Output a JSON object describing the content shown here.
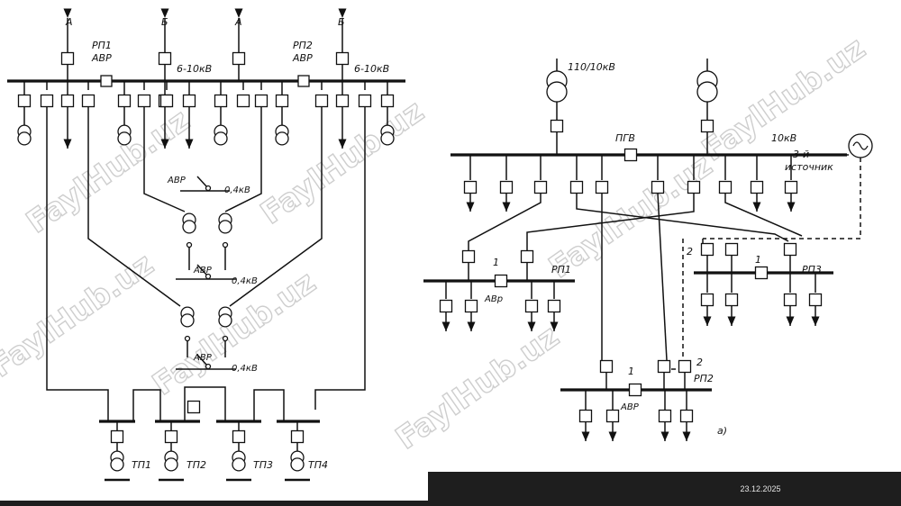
{
  "footer": {
    "date": "23.12.2025"
  },
  "watermark": {
    "text": "FaylHub.uz"
  },
  "left_diagram": {
    "sources": [
      "А",
      "Б",
      "А",
      "Б"
    ],
    "rp1": {
      "name": "РП1",
      "switch": "АВР"
    },
    "rp2": {
      "name": "РП2",
      "switch": "АВР"
    },
    "bus_voltage_1": "6-10кВ",
    "bus_voltage_2": "6-10кВ",
    "avr_levels": [
      {
        "switch": "АВР",
        "voltage": "0,4кВ"
      },
      {
        "switch": "АВР",
        "voltage": "0,4кВ"
      },
      {
        "switch": "АВР",
        "voltage": "0,4кВ"
      }
    ],
    "substations": [
      "ТП1",
      "ТП2",
      "ТП3",
      "ТП4"
    ]
  },
  "right_diagram": {
    "transformer_label": "110/10кВ",
    "pgv_label": "ПГВ",
    "bus_voltage": "10кВ",
    "third_source": [
      "3-й",
      "источник"
    ],
    "rp1": {
      "name": "РП1",
      "section": "1",
      "switch": "АВр"
    },
    "rp3": {
      "name": "РП3",
      "section_left": "2",
      "section_right": "1"
    },
    "rp2": {
      "name": "РП2",
      "section_left": "1",
      "section_right": "2",
      "switch": "АВР"
    },
    "figure_label": "а)"
  }
}
